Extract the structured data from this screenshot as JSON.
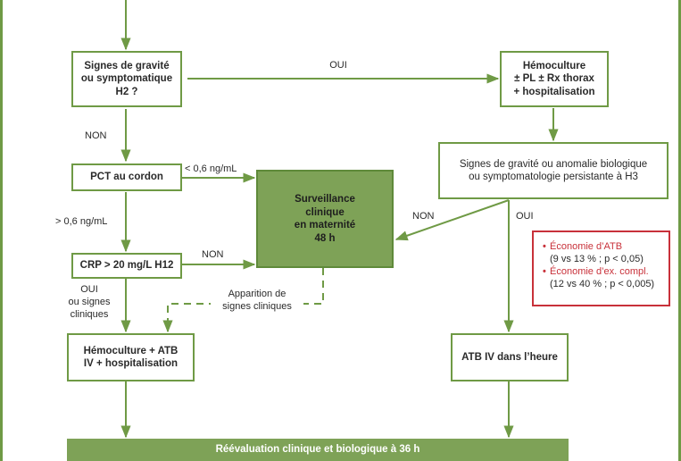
{
  "colors": {
    "accent": "#6f9a45",
    "box_fill": "#7ea257",
    "note_border": "#c8313a"
  },
  "nodes": {
    "gravity_check": "Signes de gravité\nou symptomatique\nH2 ?",
    "hemoculture_pl": "Hémoculture\n± PL ± Rx thorax\n+ hospitalisation",
    "pct_cord": "PCT au cordon",
    "signs_h3": "Signes de gravité ou anomalie biologique\nou symptomatologie persistante à H3",
    "surveillance": "Surveillance\nclinique\nen maternité\n48 h",
    "crp": "CRP > 20 mg/L H12",
    "hemoculture_atb": "Hémoculture + ATB\nIV + hospitalisation",
    "atb_iv": "ATB IV dans l’heure",
    "reevaluation": "Réévaluation clinique et biologique à 36 h"
  },
  "edge_labels": {
    "oui_top": "OUI",
    "non_left": "NON",
    "pct_low": "< 0,6 ng/mL",
    "pct_high": "> 0,6 ng/mL",
    "non_right": "NON",
    "oui_right": "OUI",
    "non_crp": "NON",
    "oui_signs": "OUI\nou signes\ncliniques",
    "apparition": "Apparition de\nsignes cliniques"
  },
  "note": {
    "items": [
      {
        "title": "Économie d’ATB",
        "detail": "(9 vs 13 % ; p < 0,05)"
      },
      {
        "title": "Économie d’ex. compl.",
        "detail": "(12 vs 40 % ; p < 0,005)"
      }
    ],
    "bullet": "•"
  }
}
